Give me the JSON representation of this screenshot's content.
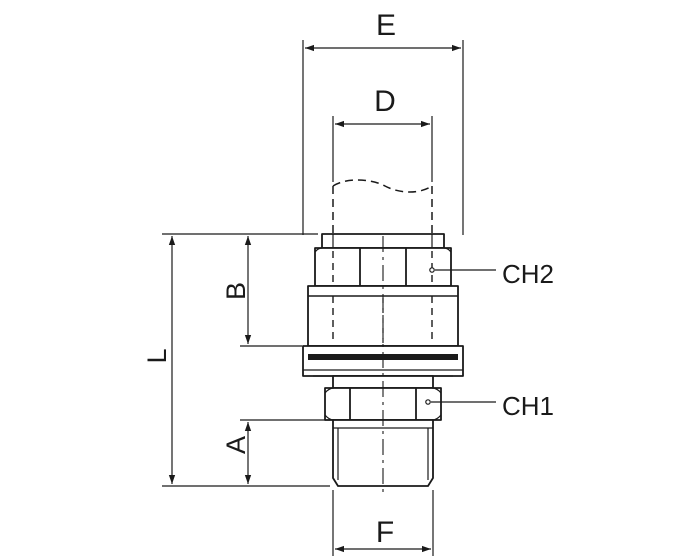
{
  "drawing": {
    "line_color": "#1a1a1a",
    "background": "#ffffff",
    "dimensions": {
      "E": "E",
      "D": "D",
      "B": "B",
      "L": "L",
      "A": "A",
      "F": "F"
    },
    "callouts": {
      "ch2": "CH2",
      "ch1": "CH1"
    }
  }
}
